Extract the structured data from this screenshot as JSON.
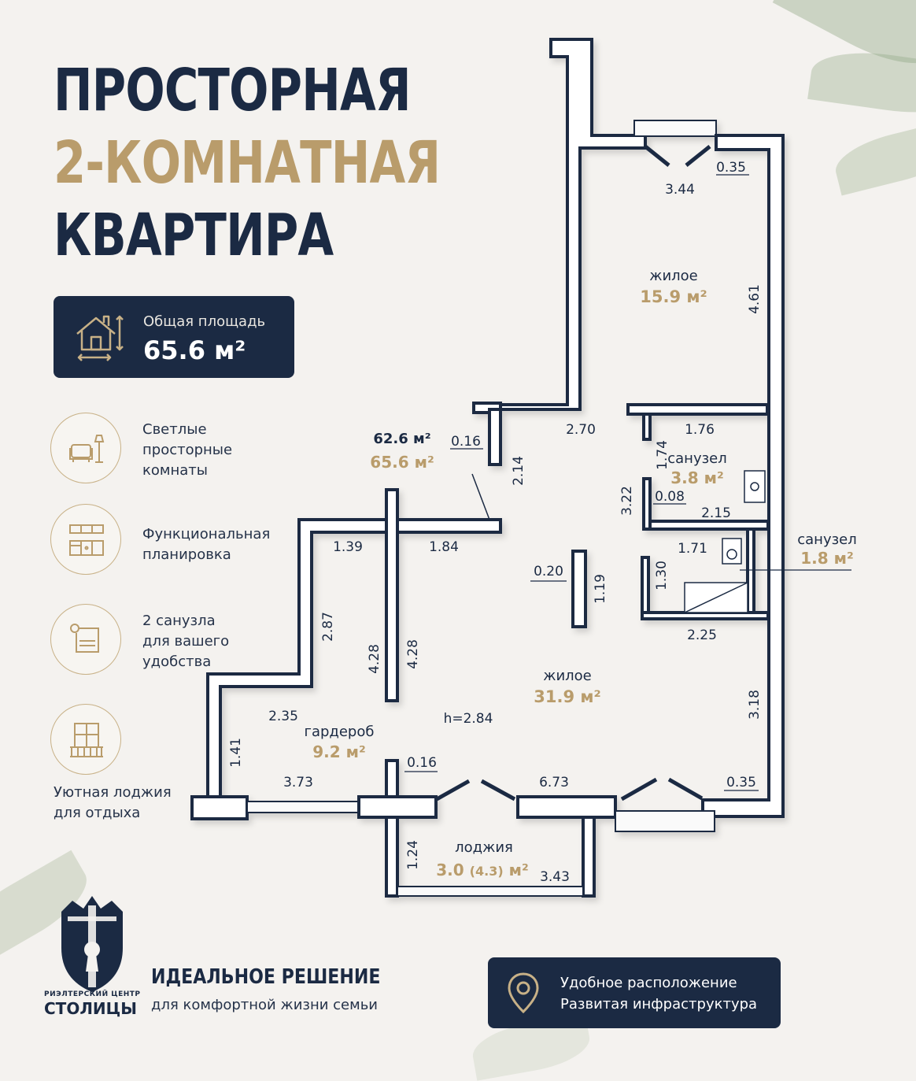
{
  "title": {
    "line1": "ПРОСТОРНАЯ",
    "line2": "2-КОМНАТНАЯ",
    "line3": "КВАРТИРА"
  },
  "area": {
    "label": "Общая площадь",
    "value": "65.6 м²"
  },
  "features": [
    {
      "icon": "armchair-lamp-icon",
      "text": [
        "Светлые",
        "просторные",
        "комнаты"
      ]
    },
    {
      "icon": "kitchen-icon",
      "text": [
        "Функциональная",
        "планировка"
      ]
    },
    {
      "icon": "towel-icon",
      "text": [
        "2 санузла",
        "для вашего",
        "удобства"
      ]
    },
    {
      "icon": "balcony-door-icon",
      "text": [
        "Уютная лоджия",
        "для отдыха"
      ]
    }
  ],
  "plan": {
    "area_living": "62.6 м²",
    "area_total": "65.6 м²",
    "height": "h=2.84",
    "rooms": {
      "bedroom": {
        "name": "жилое",
        "area": "15.9 м²"
      },
      "living": {
        "name": "жилое",
        "area": "31.9 м²"
      },
      "bath1": {
        "name": "санузел",
        "area": "3.8 м²"
      },
      "bath2": {
        "name": "санузел",
        "area": "1.8 м²"
      },
      "wardrobe": {
        "name": "гардероб",
        "area": "9.2 м²"
      },
      "loggia": {
        "name": "лоджия",
        "area_main": "3.0",
        "area_extra": "(4.3)",
        "unit": "м²"
      }
    },
    "dimensions": {
      "d344": "3.44",
      "d035a": "0.35",
      "d461": "4.61",
      "d270": "2.70",
      "d016a": "0.16",
      "d214": "2.14",
      "d176": "1.76",
      "d174": "1.74",
      "d322": "3.22",
      "d008": "0.08",
      "d215": "2.15",
      "d171": "1.71",
      "d130": "1.30",
      "d225": "2.25",
      "d139": "1.39",
      "d184": "1.84",
      "d020": "0.20",
      "d119": "1.19",
      "d287": "2.87",
      "d428a": "4.28",
      "d428b": "4.28",
      "d318": "3.18",
      "d235": "2.35",
      "d141": "1.41",
      "d016b": "0.16",
      "d373": "3.73",
      "d673": "6.73",
      "d035b": "0.35",
      "d124": "1.24",
      "d343": "3.43"
    }
  },
  "logo": {
    "line1": "РИЭЛТЕРСКИЙ ЦЕНТР",
    "line2": "СТОЛИЦЫ"
  },
  "slogan": {
    "title": "ИДЕАЛЬНОЕ РЕШЕНИЕ",
    "subtitle": "для комфортной жизни семьи"
  },
  "location": {
    "line1": "Удобное расположение",
    "line2": "Развитая инфраструктура"
  },
  "colors": {
    "navy": "#1b2a43",
    "gold": "#b99c6b",
    "background": "#f4f2ef"
  }
}
